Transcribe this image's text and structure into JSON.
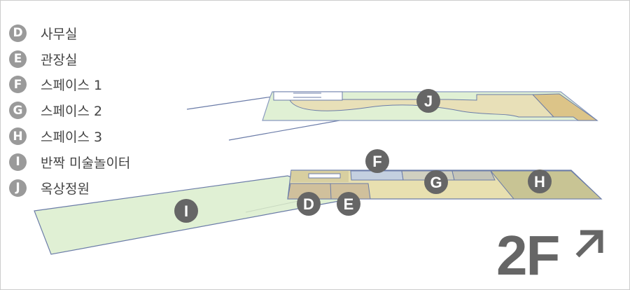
{
  "legend": [
    {
      "letter": "D",
      "label": "사무실"
    },
    {
      "letter": "E",
      "label": "관장실"
    },
    {
      "letter": "F",
      "label": "스페이스 1"
    },
    {
      "letter": "G",
      "label": "스페이스 2"
    },
    {
      "letter": "H",
      "label": "스페이스 3"
    },
    {
      "letter": "I",
      "label": "반짝 미술놀이터"
    },
    {
      "letter": "J",
      "label": "옥상정원"
    }
  ],
  "floor_label": "2F",
  "north_icon": "arrow-up-right-icon",
  "colors": {
    "marker": "#666666",
    "grass": "#e0f0d4",
    "path": "#e8e0b8",
    "outline": "#6b7ca8"
  }
}
